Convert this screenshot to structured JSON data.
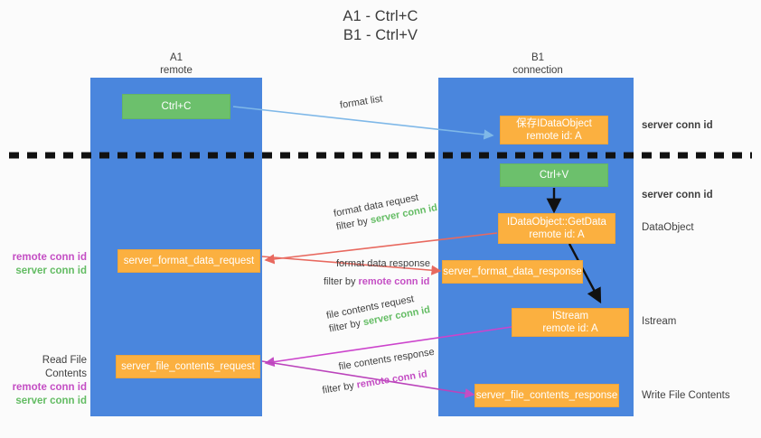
{
  "title": {
    "line1": "A1 - Ctrl+C",
    "line2": "B1 - Ctrl+V"
  },
  "columns": [
    {
      "name": "A1",
      "role": "remote"
    },
    {
      "name": "B1",
      "role": "connection"
    }
  ],
  "colors": {
    "lane": "#4a86dd",
    "green_node": "#6cc06c",
    "orange_node": "#fbb040",
    "server_conn_id": "#63bc63",
    "remote_conn_id": "#c44ec4",
    "arrow_blue": "#7fb8e8",
    "arrow_red": "#e8695f",
    "arrow_magenta": "#c44ec4",
    "arrow_black": "#111111",
    "divider": "#111111"
  },
  "nodes": {
    "ctrl_c": {
      "label": "Ctrl+C"
    },
    "ctrl_v": {
      "label": "Ctrl+V"
    },
    "save_idataobject": {
      "label": "保存IDataObject",
      "sub": "remote id: A"
    },
    "getdata": {
      "label": "IDataObject::GetData",
      "sub": "remote id: A"
    },
    "istream": {
      "label": "IStream",
      "sub": "remote id: A"
    },
    "server_format_data_request": {
      "label": "server_format_data_request"
    },
    "server_format_data_response": {
      "label": "server_format_data_response"
    },
    "server_file_contents_request": {
      "label": "server_file_contents_request"
    },
    "server_file_contents_response": {
      "label": "server_file_contents_response"
    }
  },
  "edges": {
    "format_list": {
      "line1": "format list"
    },
    "format_data_request": {
      "line1": "format data request",
      "filter_prefix": "filter by ",
      "filter_value": "server conn id"
    },
    "format_data_response": {
      "line1": "format data response",
      "filter_prefix": "filter by ",
      "filter_value": "remote conn id"
    },
    "file_contents_request": {
      "line1": "file contents request",
      "filter_prefix": "filter by ",
      "filter_value": "server conn id"
    },
    "file_contents_response": {
      "line1": "file contents response",
      "filter_prefix": "filter by ",
      "filter_value": "remote conn id"
    }
  },
  "right_labels": {
    "server_conn_id_top": "server conn id",
    "server_conn_id_mid": "server conn id",
    "dataobject": "DataObject",
    "istream": "Istream",
    "write_file_contents": "Write File Contents"
  },
  "left_labels": {
    "format_remote": "remote conn id",
    "format_server": "server conn id",
    "read_file_contents": "Read File Contents",
    "file_remote": "remote conn id",
    "file_server": "server conn id"
  }
}
